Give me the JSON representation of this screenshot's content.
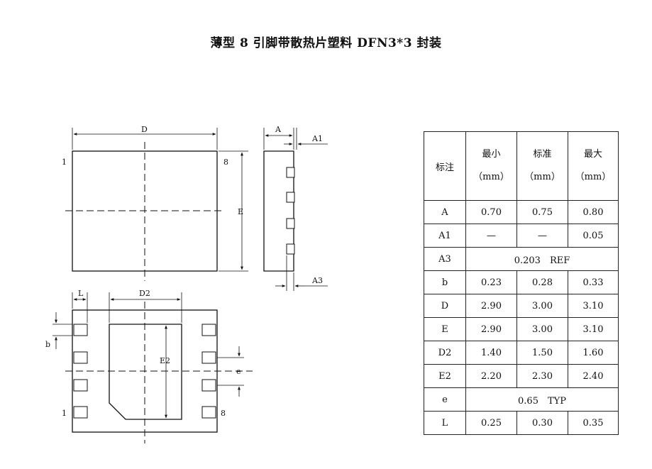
{
  "title": "薄型 8 引脚带散热片塑料 DFN3*3 封装",
  "drawing": {
    "top_view": {
      "D": "D",
      "E": "E",
      "pin1": "1",
      "pin8": "8"
    },
    "side_view": {
      "A": "A",
      "A1": "A1",
      "A3": "A3"
    },
    "bottom_view": {
      "L": "L",
      "D2": "D2",
      "E2": "E2",
      "b": "b",
      "e": "e",
      "pin1": "1",
      "pin8": "8"
    }
  },
  "table": {
    "headers": {
      "symbol": "标注",
      "min": "最小",
      "nom": "标准",
      "max": "最大",
      "unit": "（mm）"
    },
    "rows": [
      {
        "sym": "A",
        "min": "0.70",
        "nom": "0.75",
        "max": "0.80"
      },
      {
        "sym": "A1",
        "min": "—",
        "nom": "—",
        "max": "0.05"
      },
      {
        "sym": "A3",
        "span": "0.203　REF"
      },
      {
        "sym": "b",
        "min": "0.23",
        "nom": "0.28",
        "max": "0.33"
      },
      {
        "sym": "D",
        "min": "2.90",
        "nom": "3.00",
        "max": "3.10"
      },
      {
        "sym": "E",
        "min": "2.90",
        "nom": "3.00",
        "max": "3.10"
      },
      {
        "sym": "D2",
        "min": "1.40",
        "nom": "1.50",
        "max": "1.60"
      },
      {
        "sym": "E2",
        "min": "2.20",
        "nom": "2.30",
        "max": "2.40"
      },
      {
        "sym": "e",
        "span": "0.65　TYP"
      },
      {
        "sym": "L",
        "min": "0.25",
        "nom": "0.30",
        "max": "0.35"
      }
    ]
  }
}
